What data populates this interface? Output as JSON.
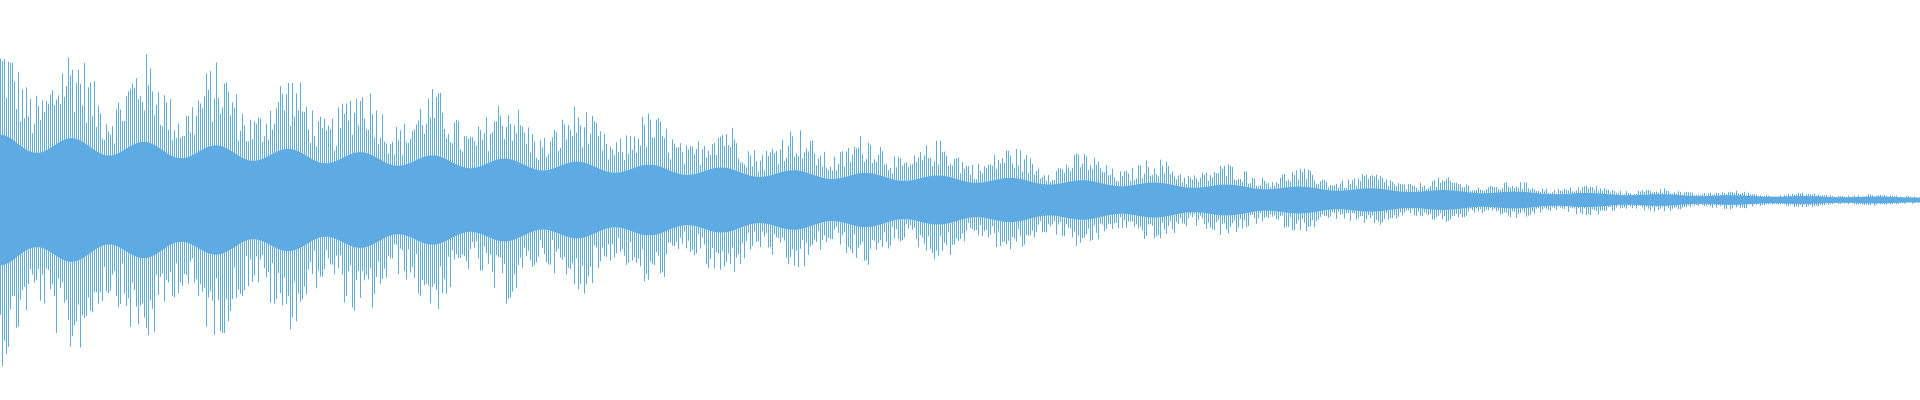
{
  "waveform": {
    "color": "#5eaae2",
    "background": "#ffffff",
    "envelope": {
      "peak_amplitude_start": 0.88,
      "peak_amplitude_end": 0.03,
      "rms_amplitude_start": 0.3,
      "rms_amplitude_end": 0.015,
      "modulation_depth": 0.35
    }
  }
}
